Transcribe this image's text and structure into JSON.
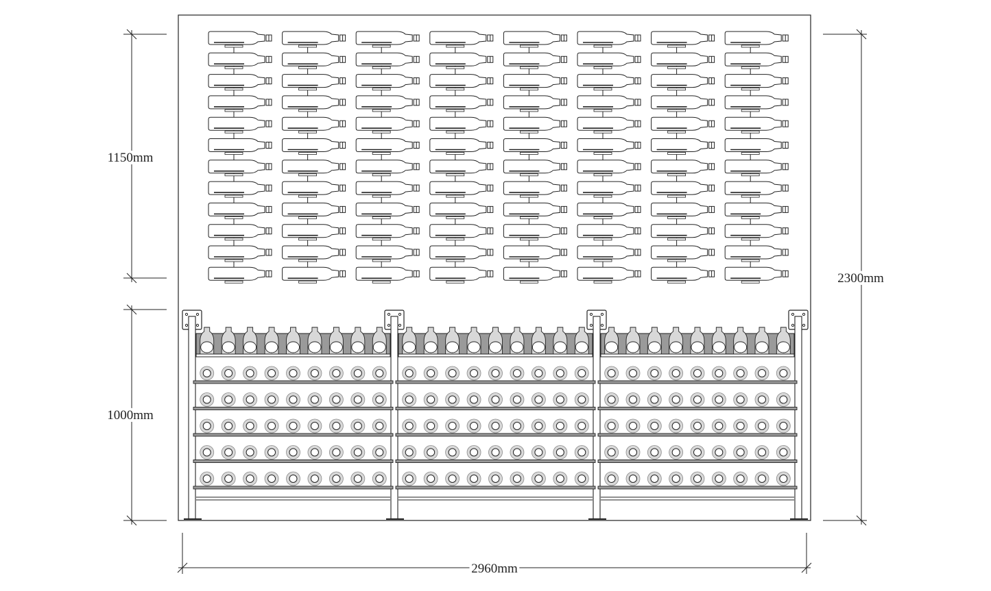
{
  "dimensions": {
    "upper_height": "1150mm",
    "lower_height": "1000mm",
    "total_height": "2300mm",
    "total_width": "2960mm"
  },
  "upper_rack": {
    "columns": 8,
    "rows_per_column": 12
  },
  "lower_rack": {
    "bays": 3,
    "bottles_per_row": 9,
    "top_row_type": "bottle-tilted",
    "shelf_rows": 5
  },
  "colors": {
    "line": "#222222",
    "fill_dark": "#9a9a9a",
    "fill_light": "#d8d8d8"
  }
}
